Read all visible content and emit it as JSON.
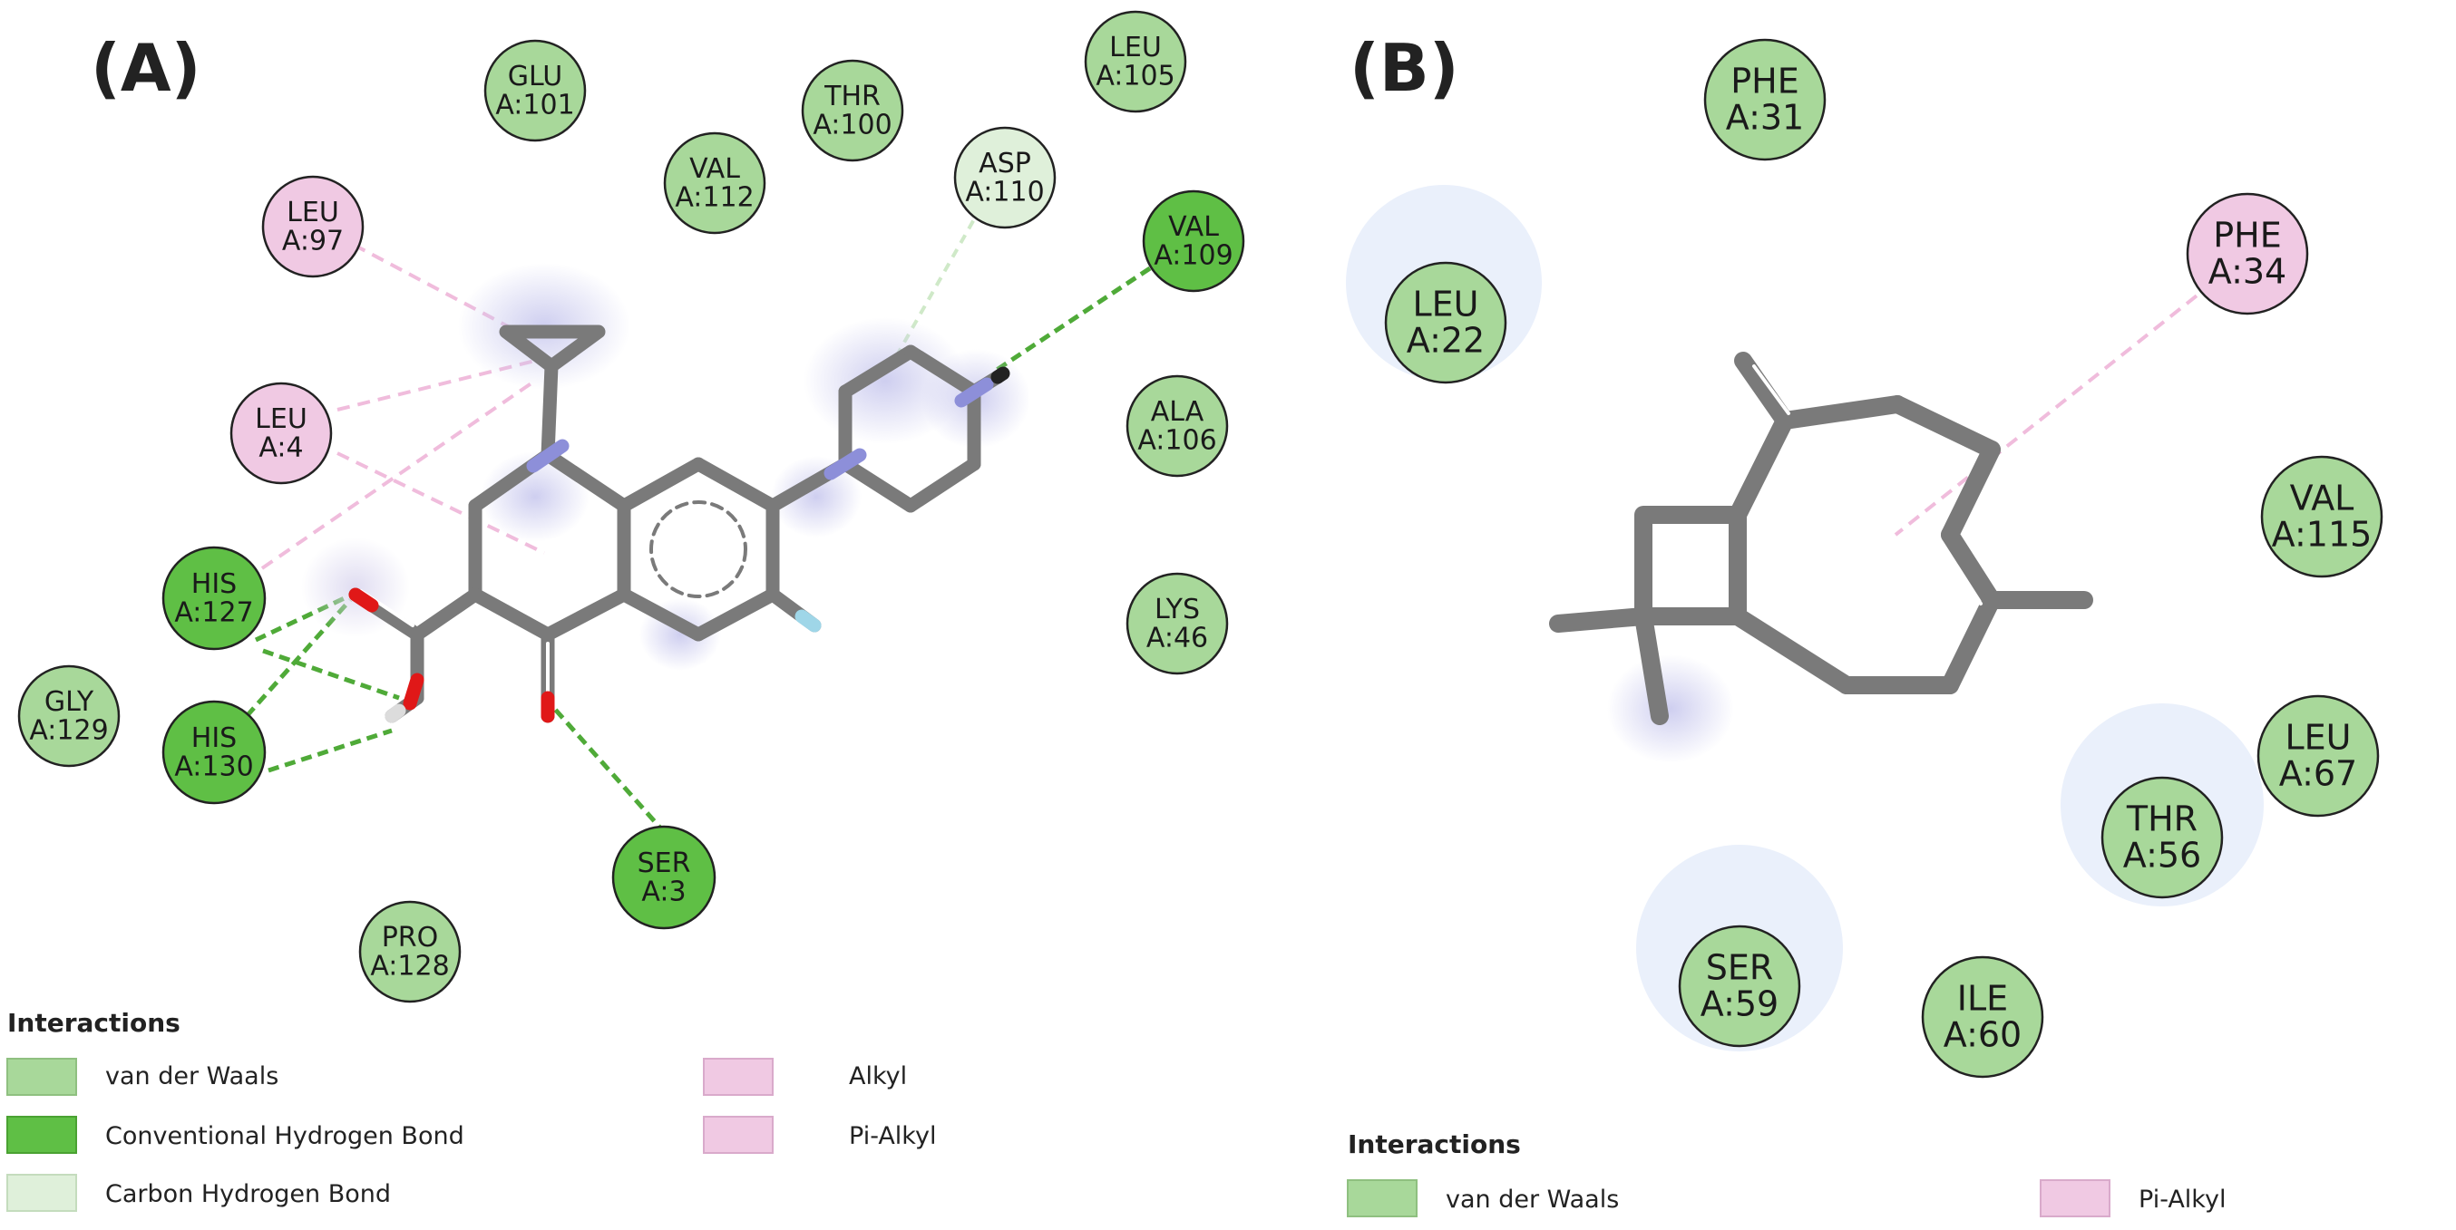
{
  "colors": {
    "vdw": "#a8d89a",
    "conv_hbond": "#5fbf45",
    "carbon_hbond": "#dff0da",
    "alkyl": "#f0c9e3",
    "pi_alkyl": "#f0c9e3",
    "bond": "#7a7a7a",
    "nitrogen": "#8d8fd9",
    "oxygen": "#e01818",
    "fluorine": "#9fd6e8"
  },
  "panels": [
    {
      "label": "(A)",
      "residues": [
        {
          "name": "GLU",
          "id": "A:101",
          "type": "vdw"
        },
        {
          "name": "THR",
          "id": "A:100",
          "type": "vdw"
        },
        {
          "name": "LEU",
          "id": "A:105",
          "type": "vdw"
        },
        {
          "name": "VAL",
          "id": "A:112",
          "type": "vdw"
        },
        {
          "name": "ASP",
          "id": "A:110",
          "type": "carbon_hbond"
        },
        {
          "name": "LEU",
          "id": "A:97",
          "type": "alkyl"
        },
        {
          "name": "VAL",
          "id": "A:109",
          "type": "conv_hbond"
        },
        {
          "name": "LEU",
          "id": "A:4",
          "type": "alkyl"
        },
        {
          "name": "ALA",
          "id": "A:106",
          "type": "vdw"
        },
        {
          "name": "HIS",
          "id": "A:127",
          "type": "conv_hbond"
        },
        {
          "name": "LYS",
          "id": "A:46",
          "type": "vdw"
        },
        {
          "name": "GLY",
          "id": "A:129",
          "type": "vdw"
        },
        {
          "name": "HIS",
          "id": "A:130",
          "type": "conv_hbond"
        },
        {
          "name": "SER",
          "id": "A:3",
          "type": "conv_hbond"
        },
        {
          "name": "PRO",
          "id": "A:128",
          "type": "vdw"
        }
      ],
      "legend": {
        "title": "Interactions",
        "items": [
          {
            "label": "van der Waals",
            "type": "vdw"
          },
          {
            "label": "Conventional Hydrogen Bond",
            "type": "conv_hbond"
          },
          {
            "label": "Carbon Hydrogen Bond",
            "type": "carbon_hbond"
          },
          {
            "label": "Alkyl",
            "type": "alkyl"
          },
          {
            "label": "Pi-Alkyl",
            "type": "pi_alkyl"
          }
        ]
      }
    },
    {
      "label": "(B)",
      "residues": [
        {
          "name": "PHE",
          "id": "A:31",
          "type": "vdw"
        },
        {
          "name": "PHE",
          "id": "A:34",
          "type": "pi_alkyl"
        },
        {
          "name": "LEU",
          "id": "A:22",
          "type": "vdw"
        },
        {
          "name": "VAL",
          "id": "A:115",
          "type": "vdw"
        },
        {
          "name": "LEU",
          "id": "A:67",
          "type": "vdw"
        },
        {
          "name": "THR",
          "id": "A:56",
          "type": "vdw"
        },
        {
          "name": "SER",
          "id": "A:59",
          "type": "vdw"
        },
        {
          "name": "ILE",
          "id": "A:60",
          "type": "vdw"
        }
      ],
      "legend": {
        "title": "Interactions",
        "items": [
          {
            "label": "van der Waals",
            "type": "vdw"
          },
          {
            "label": "Pi-Alkyl",
            "type": "pi_alkyl"
          }
        ]
      }
    }
  ]
}
